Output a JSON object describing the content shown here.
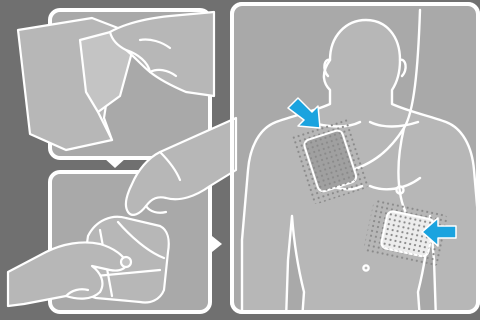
{
  "colors": {
    "background": "#707070",
    "panel_fill": "#a9a9a9",
    "panel_border": "#ffffff",
    "figure_fill": "#b7b7b7",
    "line": "#ffffff",
    "pad_fill": "#ececec",
    "pad_dots": "#8a8a8a",
    "accent_arrow": "#1aa3df"
  },
  "panels": [
    {
      "id": "panel-step1",
      "depicts": "peel-backing-icon"
    },
    {
      "id": "panel-step2",
      "depicts": "open-pad-package-icon"
    },
    {
      "id": "panel-step3",
      "depicts": "pad-placement-torso-icon"
    }
  ],
  "arrows": [
    {
      "id": "arrow-upper-right-chest",
      "icon": "arrow-down-right-icon",
      "color": "#1aa3df"
    },
    {
      "id": "arrow-lower-left-side",
      "icon": "arrow-left-icon",
      "color": "#1aa3df"
    }
  ]
}
